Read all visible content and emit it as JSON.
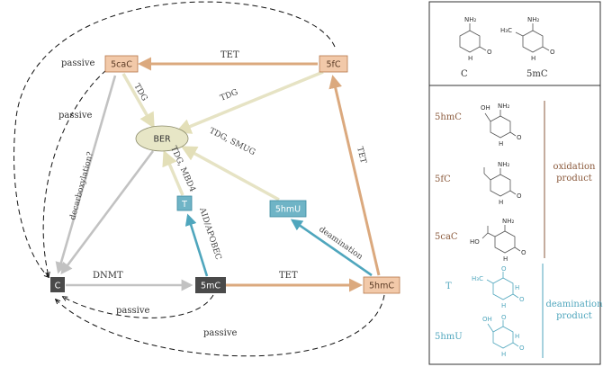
{
  "nodes": {
    "caC": "5caC",
    "fC": "5fC",
    "BER": "BER",
    "T": "T",
    "hmU": "5hmU",
    "C": "C",
    "mC": "5mC",
    "hmC": "5hmC"
  },
  "edges": {
    "tet_top": "TET",
    "tdg_left": "TDG",
    "tdg_diag": "TDG",
    "tdg_mbd4": "TDG, MBD4",
    "tdg_smug": "TDG, SMUG",
    "decarb": "decarboxylation?",
    "aid": "AID/APOBEC",
    "deamination": "deamination",
    "tet_right": "TET",
    "dnmt": "DNMT",
    "tet_bottom": "TET",
    "passive_1": "passive",
    "passive_2": "passive",
    "passive_3": "passive",
    "passive_4": "passive"
  },
  "panel": {
    "top_C": "C",
    "top_5mC": "5mC",
    "row_5hmC": "5hmC",
    "row_5fC": "5fC",
    "row_5caC": "5caC",
    "row_T": "T",
    "row_5hmU": "5hmU",
    "group_oxidation": "oxidation product",
    "group_deamination": "deamination product"
  },
  "chem": {
    "NH2": "NH₂",
    "N": "N",
    "H": "H",
    "O": "O",
    "OH": "OH",
    "HO": "HO",
    "H3C": "H₃C"
  },
  "colors": {
    "orange_node": "#f2c9a9",
    "orange_stroke": "#b5764a",
    "orange_arrow": "#dba97e",
    "cream_arrow": "#e6e3c4",
    "ber_fill": "#e7e6c6",
    "teal": "#4fa6bd",
    "teal_node": "#6fb4c6",
    "gray_arrow": "#c2c2c2",
    "dark_node": "#4a4a4a",
    "ox_label": "#8b5a3c"
  }
}
